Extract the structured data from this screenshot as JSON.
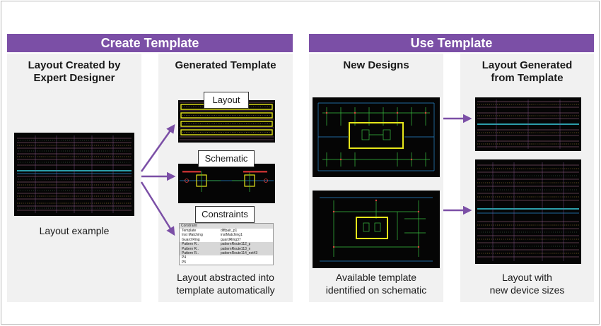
{
  "colors": {
    "banner": "#7b4fa6",
    "arrow": "#7b4fa6",
    "panel": "#f1f1f1",
    "layout_bg": "#050505",
    "highlight": "#e6e61a"
  },
  "sections": {
    "create": {
      "title": "Create Template"
    },
    "use": {
      "title": "Use Template"
    }
  },
  "columns": {
    "expert": {
      "title_line1": "Layout Created by",
      "title_line2": "Expert Designer",
      "caption": "Layout example"
    },
    "generated": {
      "title": "Generated Template",
      "caption_line1": "Layout abstracted into",
      "caption_line2": "template automatically",
      "boxes": {
        "layout": "Layout",
        "schematic": "Schematic",
        "constraints": "Constraints"
      },
      "constraints_table": {
        "header": "Constraint",
        "rows": [
          {
            "name": "Template",
            "value": "diffpair_p1"
          },
          {
            "name": "Inst Matching",
            "value": "instMatching1"
          },
          {
            "name": "Guard Ring",
            "value": "guardRing37"
          },
          {
            "name": "Pattern R..",
            "value": "patternRoute112_p"
          },
          {
            "name": "Pattern R..",
            "value": "patternRoute113_n"
          },
          {
            "name": "Pattern R..",
            "value": "patternRoute114_net43"
          },
          {
            "name": "P4",
            "value": ""
          },
          {
            "name": "P5",
            "value": ""
          }
        ]
      }
    },
    "new_designs": {
      "title": "New Designs",
      "caption_line1": "Available template",
      "caption_line2": "identified on schematic"
    },
    "generated_layout": {
      "title_line1": "Layout Generated",
      "title_line2": "from Template",
      "caption_line1": "Layout with",
      "caption_line2": "new device sizes"
    }
  }
}
